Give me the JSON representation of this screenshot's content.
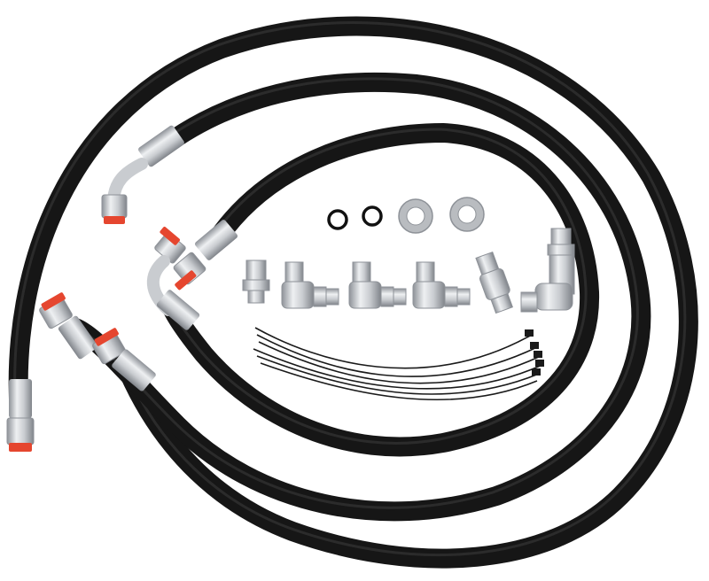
{
  "image": {
    "subject": "product-photo",
    "background": "#ffffff",
    "colors": {
      "hose": "#161616",
      "hose_highlight": "#3a3a3a",
      "metal": "#c9ccd0",
      "metal_dark": "#8e9298",
      "metal_light": "#eef0f2",
      "cap": "#e5462f",
      "oring": "#111111",
      "washer": "#b9bcc0",
      "zip_tie": "#1a1a1a"
    },
    "parts": {
      "hoses": 3,
      "fittings": 6,
      "o_rings": 2,
      "washers": 2,
      "zip_ties": 6
    }
  }
}
